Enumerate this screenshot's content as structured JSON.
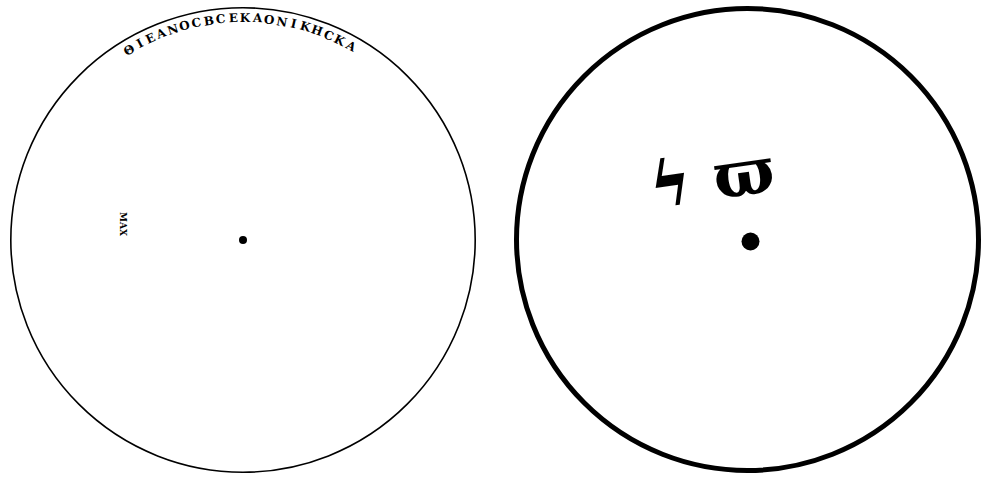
{
  "diagram": {
    "nodes": [
      {
        "text": [
          "ΘΙΕΑΝΟCΒCΕΚΑΟΝΙΚΗCΚΑ",
          "ΜΑΧ"
        ]
      },
      {
        "text": [
          "ϟ ϖ"
        ]
      }
    ]
  }
}
